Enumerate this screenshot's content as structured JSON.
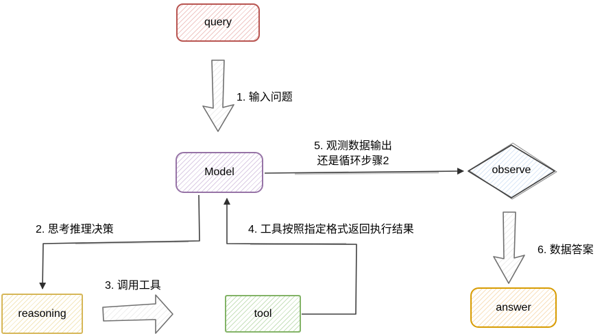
{
  "diagram": {
    "nodes": {
      "query": {
        "label": "query",
        "shape": "rounded-rectangle",
        "border_color": "#b85450",
        "fill_tint": "#f3c6c4"
      },
      "model": {
        "label": "Model",
        "shape": "rounded-rectangle",
        "border_color": "#9673a6",
        "fill_tint": "#ddc9e8"
      },
      "observe": {
        "label": "observe",
        "shape": "diamond",
        "border_color": "#424242",
        "fill_tint": "#cfe2f7"
      },
      "reasoning": {
        "label": "reasoning",
        "shape": "rectangle",
        "border_color": "#d6b656",
        "fill_tint": "#f5e7bd"
      },
      "tool": {
        "label": "tool",
        "shape": "rectangle",
        "border_color": "#82b366",
        "fill_tint": "#cde6c3"
      },
      "answer": {
        "label": "answer",
        "shape": "rounded-rectangle",
        "border_color": "#d79b00",
        "fill_tint": "#f9dcb8"
      }
    },
    "edges": {
      "step1": {
        "label": "1. 输入问题",
        "from": "query",
        "to": "model",
        "style": "block-arrow-down"
      },
      "step2": {
        "label": "2. 思考推理决策",
        "from": "model",
        "to": "reasoning",
        "style": "thin-arrow"
      },
      "step3": {
        "label": "3. 调用工具",
        "from": "reasoning",
        "to": "tool",
        "style": "block-arrow-right"
      },
      "step4": {
        "label": "4. 工具按照指定格式返回执行结果",
        "from": "tool",
        "to": "model",
        "style": "thin-arrow"
      },
      "step5": {
        "label_line1": "5. 观测数据输出",
        "label_line2": "还是循环步骤2",
        "from": "model",
        "to": "observe",
        "style": "thin-arrow"
      },
      "step6": {
        "label": "6. 数据答案",
        "from": "observe",
        "to": "answer",
        "style": "block-arrow-down"
      }
    },
    "line_color": "#3f3f3f",
    "background": "#ffffff"
  }
}
